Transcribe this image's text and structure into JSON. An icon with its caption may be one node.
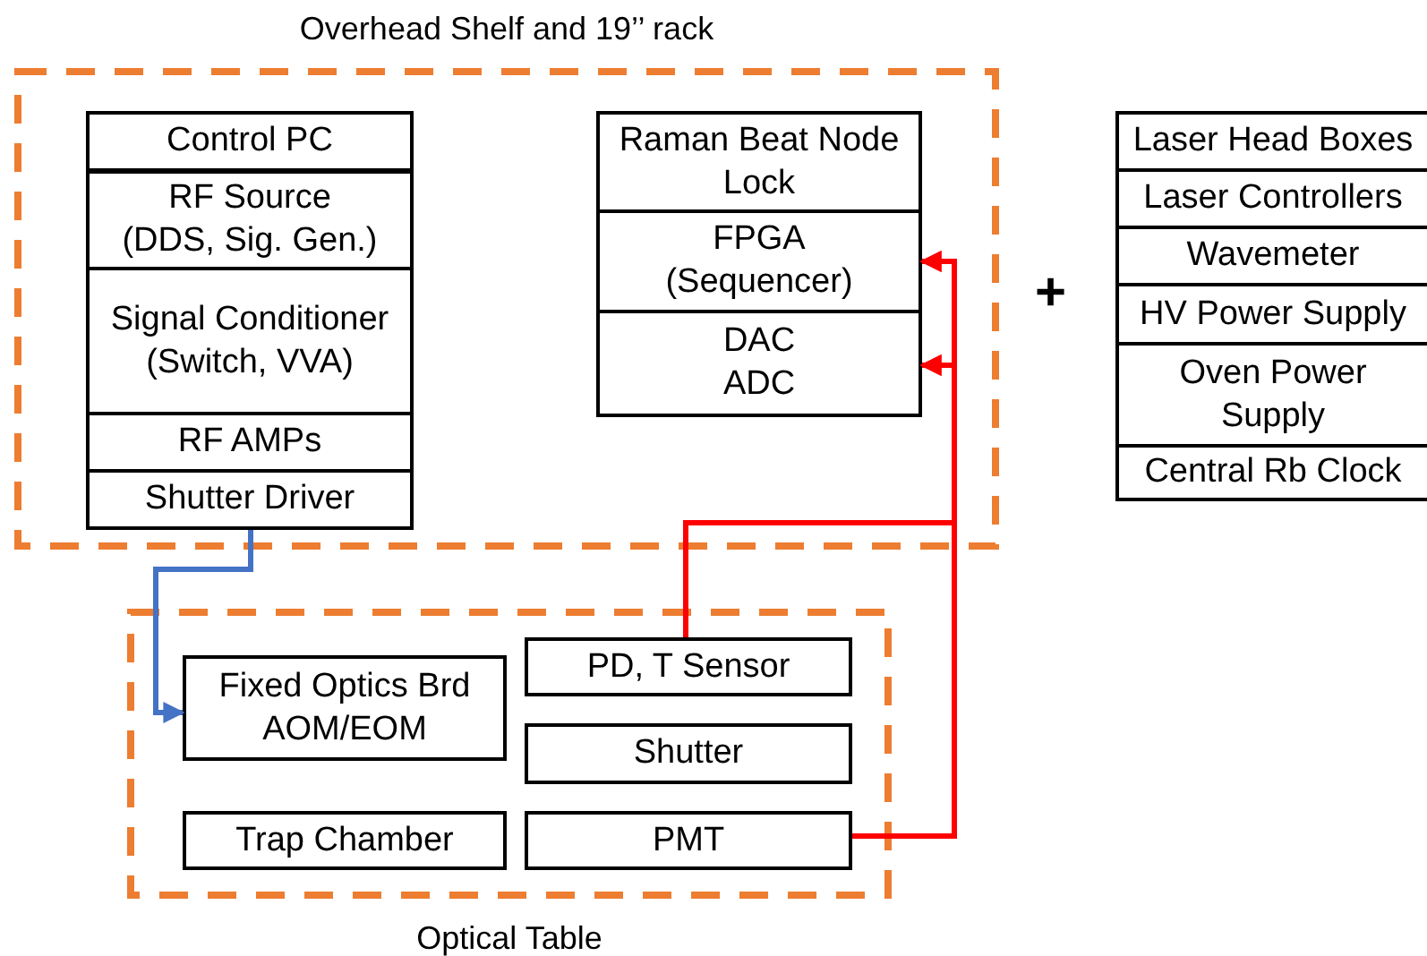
{
  "diagram": {
    "nodes": [
      {
        "text": [
          "Overhead Shelf and 19’’ rack"
        ]
      },
      {
        "text": [
          "Control PC"
        ],
        "in": 0
      },
      {
        "text": [
          "RF Source",
          "(DDS, Sig. Gen.)"
        ],
        "in": 0
      },
      {
        "text": [
          "Signal Conditioner",
          "(Switch, VVA)"
        ],
        "in": 0
      },
      {
        "text": [
          "RF AMPs"
        ],
        "in": 0
      },
      {
        "text": [
          "Shutter Driver"
        ],
        "in": 0
      },
      {
        "text": [
          "Raman Beat Node Lock"
        ],
        "in": 0
      },
      {
        "text": [
          "FPGA",
          "(Sequencer)"
        ],
        "in": 0
      },
      {
        "text": [
          "DAC",
          "ADC"
        ],
        "in": 0
      },
      {
        "text": [
          "Optical Table"
        ]
      },
      {
        "text": [
          "Fixed Optics Brd",
          "AOM/EOM"
        ],
        "in": 9
      },
      {
        "text": [
          "PD, T Sensor"
        ],
        "in": 9
      },
      {
        "text": [
          "Shutter"
        ],
        "in": 9
      },
      {
        "text": [
          "Trap Chamber"
        ],
        "in": 9
      },
      {
        "text": [
          "PMT"
        ],
        "in": 9
      },
      {
        "text": [
          "Laser Head Boxes"
        ]
      },
      {
        "text": [
          "Laser Controllers"
        ]
      },
      {
        "text": [
          "Wavemeter"
        ]
      },
      {
        "text": [
          "HV Power Supply"
        ]
      },
      {
        "text": [
          "Oven Power Supply"
        ]
      },
      {
        "text": [
          "Central Rb Clock"
        ]
      }
    ],
    "edges": [
      {
        "from": 5,
        "to": 10,
        "arrow": "to",
        "color": "#4472c4"
      },
      {
        "from": 11,
        "to": 7,
        "arrow": "to"
      },
      {
        "from": 11,
        "to": 8,
        "arrow": "to"
      },
      {
        "from": 14,
        "to": 7,
        "arrow": "to"
      },
      {
        "from": 14,
        "to": 8,
        "arrow": "to"
      }
    ],
    "labels": [
      "+"
    ]
  }
}
